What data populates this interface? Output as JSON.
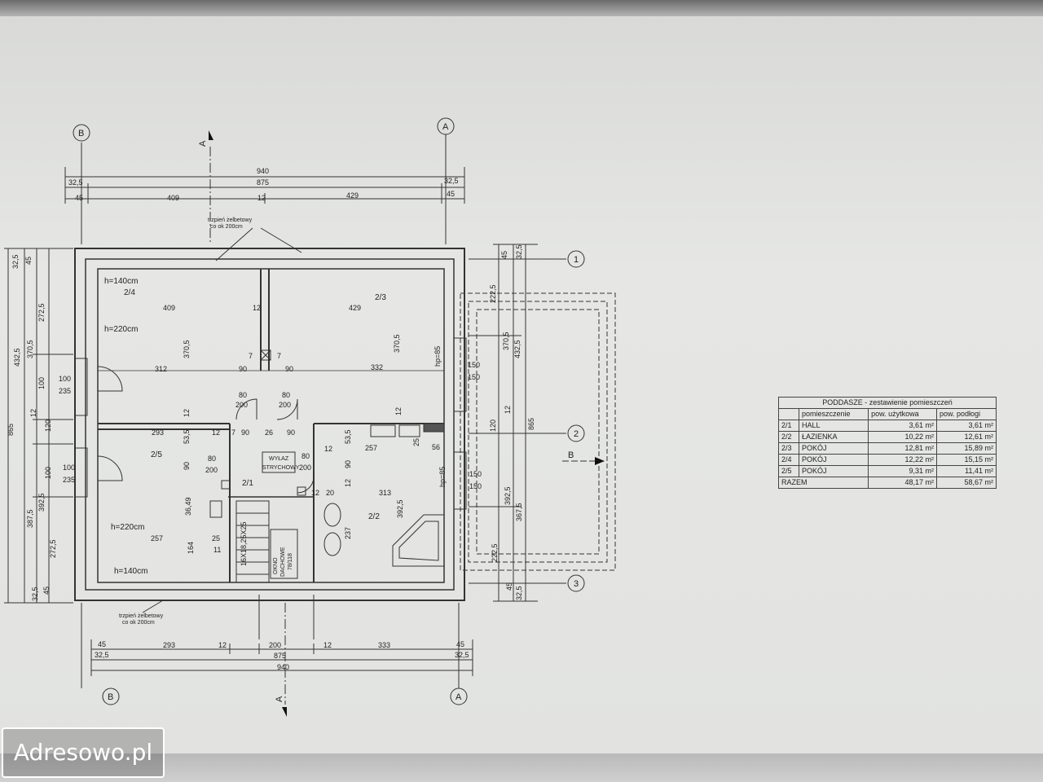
{
  "axes": {
    "B": "B",
    "A": "A",
    "one": "1",
    "two": "2",
    "three": "3",
    "section_a": "A",
    "section_b": "B"
  },
  "top_dims": {
    "total": "940",
    "inner": "875",
    "left_offset": "32,5",
    "right_offset": "32,5",
    "left_45": "45",
    "right_45": "45",
    "left_span": "409",
    "mid": "12",
    "right_span": "429"
  },
  "bottom_dims": {
    "left_45": "45",
    "right_45": "45",
    "left_offset": "32,5",
    "right_offset": "32,5",
    "s1": "293",
    "s2": "12",
    "s3": "200",
    "s4": "12",
    "s5": "333",
    "inner": "875",
    "total": "940"
  },
  "notes": {
    "pillar_top_1": "trzpień żelbetowy",
    "pillar_top_2": "co ok 200cm",
    "pillar_bottom_1": "trzpień żelbetowy",
    "pillar_bottom_2": "co ok 200cm"
  },
  "rooms": {
    "r24": "2/4",
    "r23": "2/3",
    "r25": "2/5",
    "r21": "2/1",
    "r22": "2/2",
    "h140_top": "h=140cm",
    "h220_top": "h=220cm",
    "h220_bot": "h=220cm",
    "h140_bot": "h=140cm",
    "wylaz_1": "WYŁAZ",
    "wylaz_2": "STRYCHOWY",
    "stairs": "16X18,25X25",
    "okno_1": "OKNO",
    "okno_2": "DACHOWE",
    "okno_3": "78/118",
    "hp85_top": "hp=85",
    "hp85_bot": "hp=85"
  },
  "inner_dims": {
    "d409": "409",
    "d12a": "12",
    "d429": "429",
    "d312": "312",
    "d90a": "90",
    "d7a": "7",
    "d7b": "7",
    "d90b": "90",
    "d332": "332",
    "d80a": "80",
    "d200a": "200",
    "d80b": "80",
    "d200b": "200",
    "d3705a": "370,5",
    "d3705b": "370,5",
    "d293": "293",
    "d12b": "12",
    "d7c": "7",
    "d90c": "90",
    "d26": "26",
    "d90d": "90",
    "d535a": "53,5",
    "d535b": "53,5",
    "d80c": "80",
    "d200c": "200",
    "d80d": "80",
    "d200d": "200",
    "d12c": "12",
    "d257a": "257",
    "d25": "25",
    "d56": "56",
    "d90e": "90",
    "d90f": "90",
    "d3649": "36,49",
    "d12d": "12",
    "d12e": "12",
    "d20": "20",
    "d313": "313",
    "d257b": "257",
    "d164": "164",
    "d25b": "25",
    "d11": "11",
    "d237": "237",
    "d3925": "392,5",
    "d12f": "12",
    "d12g": "12",
    "d150a": "150",
    "d150b": "150",
    "d150c": "150",
    "d150d": "150",
    "d100a": "100",
    "d235a": "235",
    "d100b": "100",
    "d235b": "235"
  },
  "left_dims": {
    "l325a": "32,5",
    "l45a": "45",
    "l2725a": "272,5",
    "l4325": "432,5",
    "l3705": "370,5",
    "l100": "100",
    "l12": "12",
    "l120": "120",
    "l865": "865",
    "l100b": "100",
    "l3875": "387,5",
    "l3925": "392,5",
    "l2725b": "272,5",
    "l325b": "32,5",
    "l45b": "45"
  },
  "right_dims": {
    "r45a": "45",
    "r325a": "32,5",
    "r2225a": "222,5",
    "r3705": "370,5",
    "r4325": "432,5",
    "r12": "12",
    "r120": "120",
    "r865": "865",
    "r3925": "392,5",
    "r3675": "367,5",
    "r2225b": "222,5",
    "r45b": "45",
    "r325b": "32,5"
  },
  "summary": {
    "title": "PODDASZE - zestawienie pomieszczeń",
    "headers": [
      "",
      "pomieszczenie",
      "pow. użytkowa",
      "pow. podłogi"
    ],
    "rows": [
      [
        "2/1",
        "HALL",
        "3,61 m²",
        "3,61 m²"
      ],
      [
        "2/2",
        "ŁAZIENKA",
        "10,22 m²",
        "12,61 m²"
      ],
      [
        "2/3",
        "POKÓJ",
        "12,81 m²",
        "15,89 m²"
      ],
      [
        "2/4",
        "POKÓJ",
        "12,22 m²",
        "15,15 m²"
      ],
      [
        "2/5",
        "POKÓJ",
        "9,31 m²",
        "11,41 m²"
      ]
    ],
    "total": [
      "RAZEM",
      "48,17 m²",
      "58,67 m²"
    ]
  },
  "watermark": "Adresowo.pl"
}
